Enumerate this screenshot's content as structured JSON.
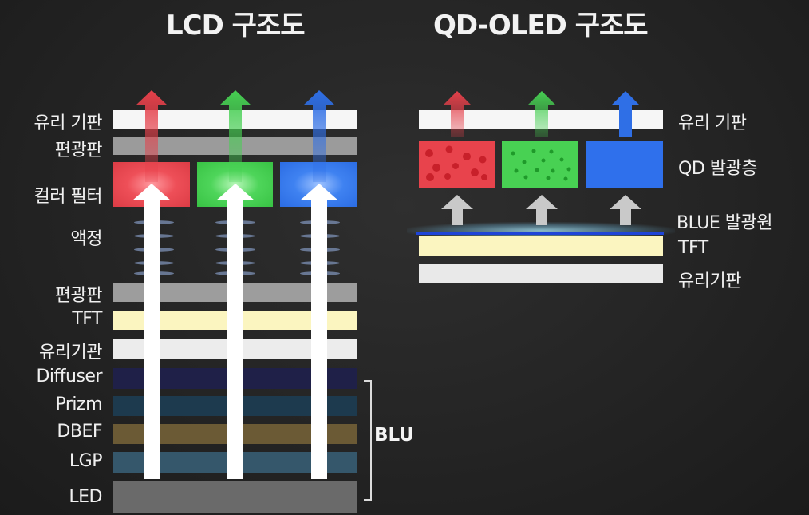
{
  "lcd": {
    "title": "LCD 구조도",
    "labels": {
      "glass_top": "유리 기판",
      "polarizer_top": "편광판",
      "color_filter": "컬러 필터",
      "liquid_crystal": "액정",
      "polarizer_bottom": "편광판",
      "tft": "TFT",
      "glass_bottom": "유리기관",
      "diffuser": "Diffuser",
      "prizm": "Prizm",
      "dbef": "DBEF",
      "lgp": "LGP",
      "led": "LED"
    },
    "blu_label": "BLU"
  },
  "qdoled": {
    "title": "QD-OLED 구조도",
    "labels": {
      "glass_top": "유리 기판",
      "qd_layer": "QD 발광층",
      "blue_source": "BLUE 발광원",
      "tft": "TFT",
      "glass_bottom": "유리기판"
    }
  },
  "colors": {
    "red": "#e8404a",
    "green": "#3ec94a",
    "blue": "#2f6fe6",
    "tft_yellow": "#fbf5c2",
    "glass": "#f4f4f4",
    "polarizer": "#9a9a9a"
  }
}
